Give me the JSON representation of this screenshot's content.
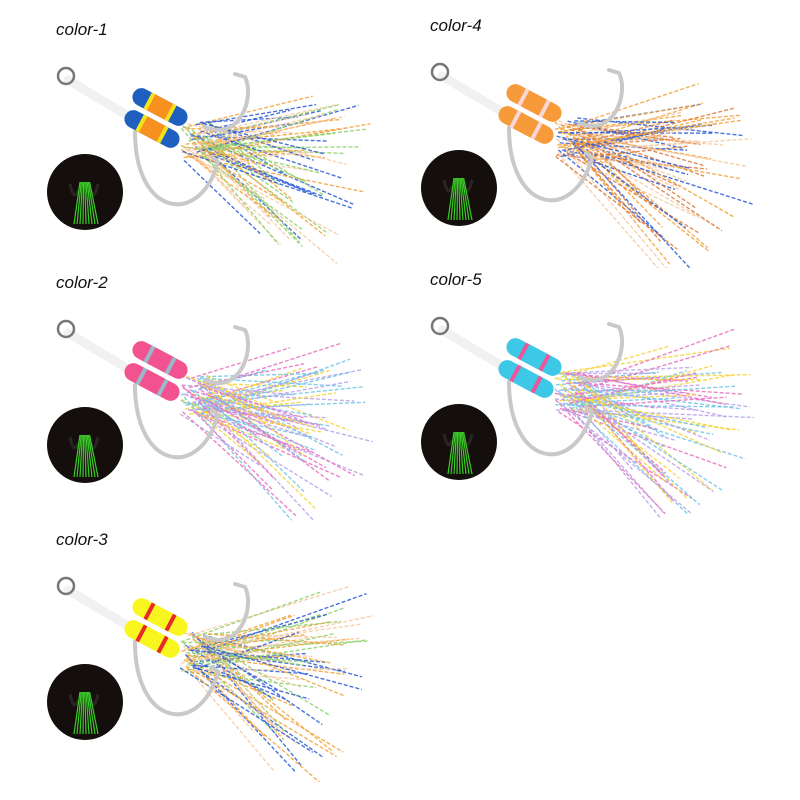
{
  "product": {
    "variants": [
      {
        "id": "v1",
        "label": "color-1",
        "bead_main": "#f7901e",
        "bead_end": "#1f5fbf",
        "band": "#f5e21a",
        "tassel": [
          "#2a5bd7",
          "#f2a33a",
          "#8fd16b",
          "#f6c9a0"
        ]
      },
      {
        "id": "v2",
        "label": "color-2",
        "bead_main": "#f2528f",
        "bead_end": "#f2528f",
        "band": "#9ab8c9",
        "tassel": [
          "#e86fc0",
          "#f5d43a",
          "#6fc6e8",
          "#b9a2e8"
        ]
      },
      {
        "id": "v3",
        "label": "color-3",
        "bead_main": "#f8f51f",
        "bead_end": "#f8f51f",
        "band": "#e8282b",
        "tassel": [
          "#2a5bd7",
          "#f2a33a",
          "#8fd16b",
          "#f6c9a0"
        ]
      },
      {
        "id": "v4",
        "label": "color-4",
        "bead_main": "#f79a3a",
        "bead_end": "#f79a3a",
        "band": "#fbd6d6",
        "tassel": [
          "#2a5bd7",
          "#f2a33a",
          "#f6c9a0",
          "#dd7a3a"
        ]
      },
      {
        "id": "v5",
        "label": "color-5",
        "bead_main": "#3cc8e6",
        "bead_end": "#3cc8e6",
        "band": "#f0559a",
        "tassel": [
          "#e86fc0",
          "#f5d43a",
          "#6fc6e8",
          "#b9a2e8"
        ]
      }
    ],
    "glow_inset": {
      "background": "#140f0c",
      "glow": "#3ee12a"
    }
  }
}
